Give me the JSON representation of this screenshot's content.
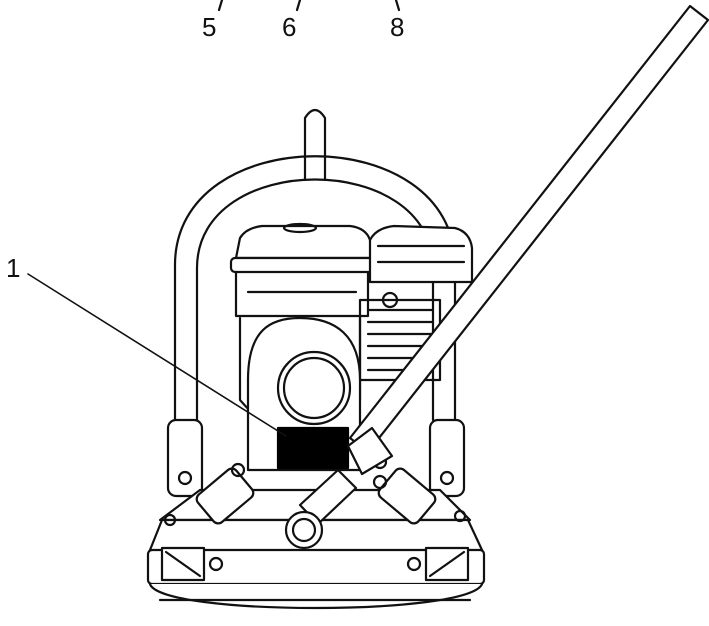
{
  "callouts": {
    "five": "5",
    "six": "6",
    "eight": "8",
    "one": "1"
  },
  "colors": {
    "line": "#111111",
    "fill": "#ffffff",
    "decal": "#000000"
  }
}
